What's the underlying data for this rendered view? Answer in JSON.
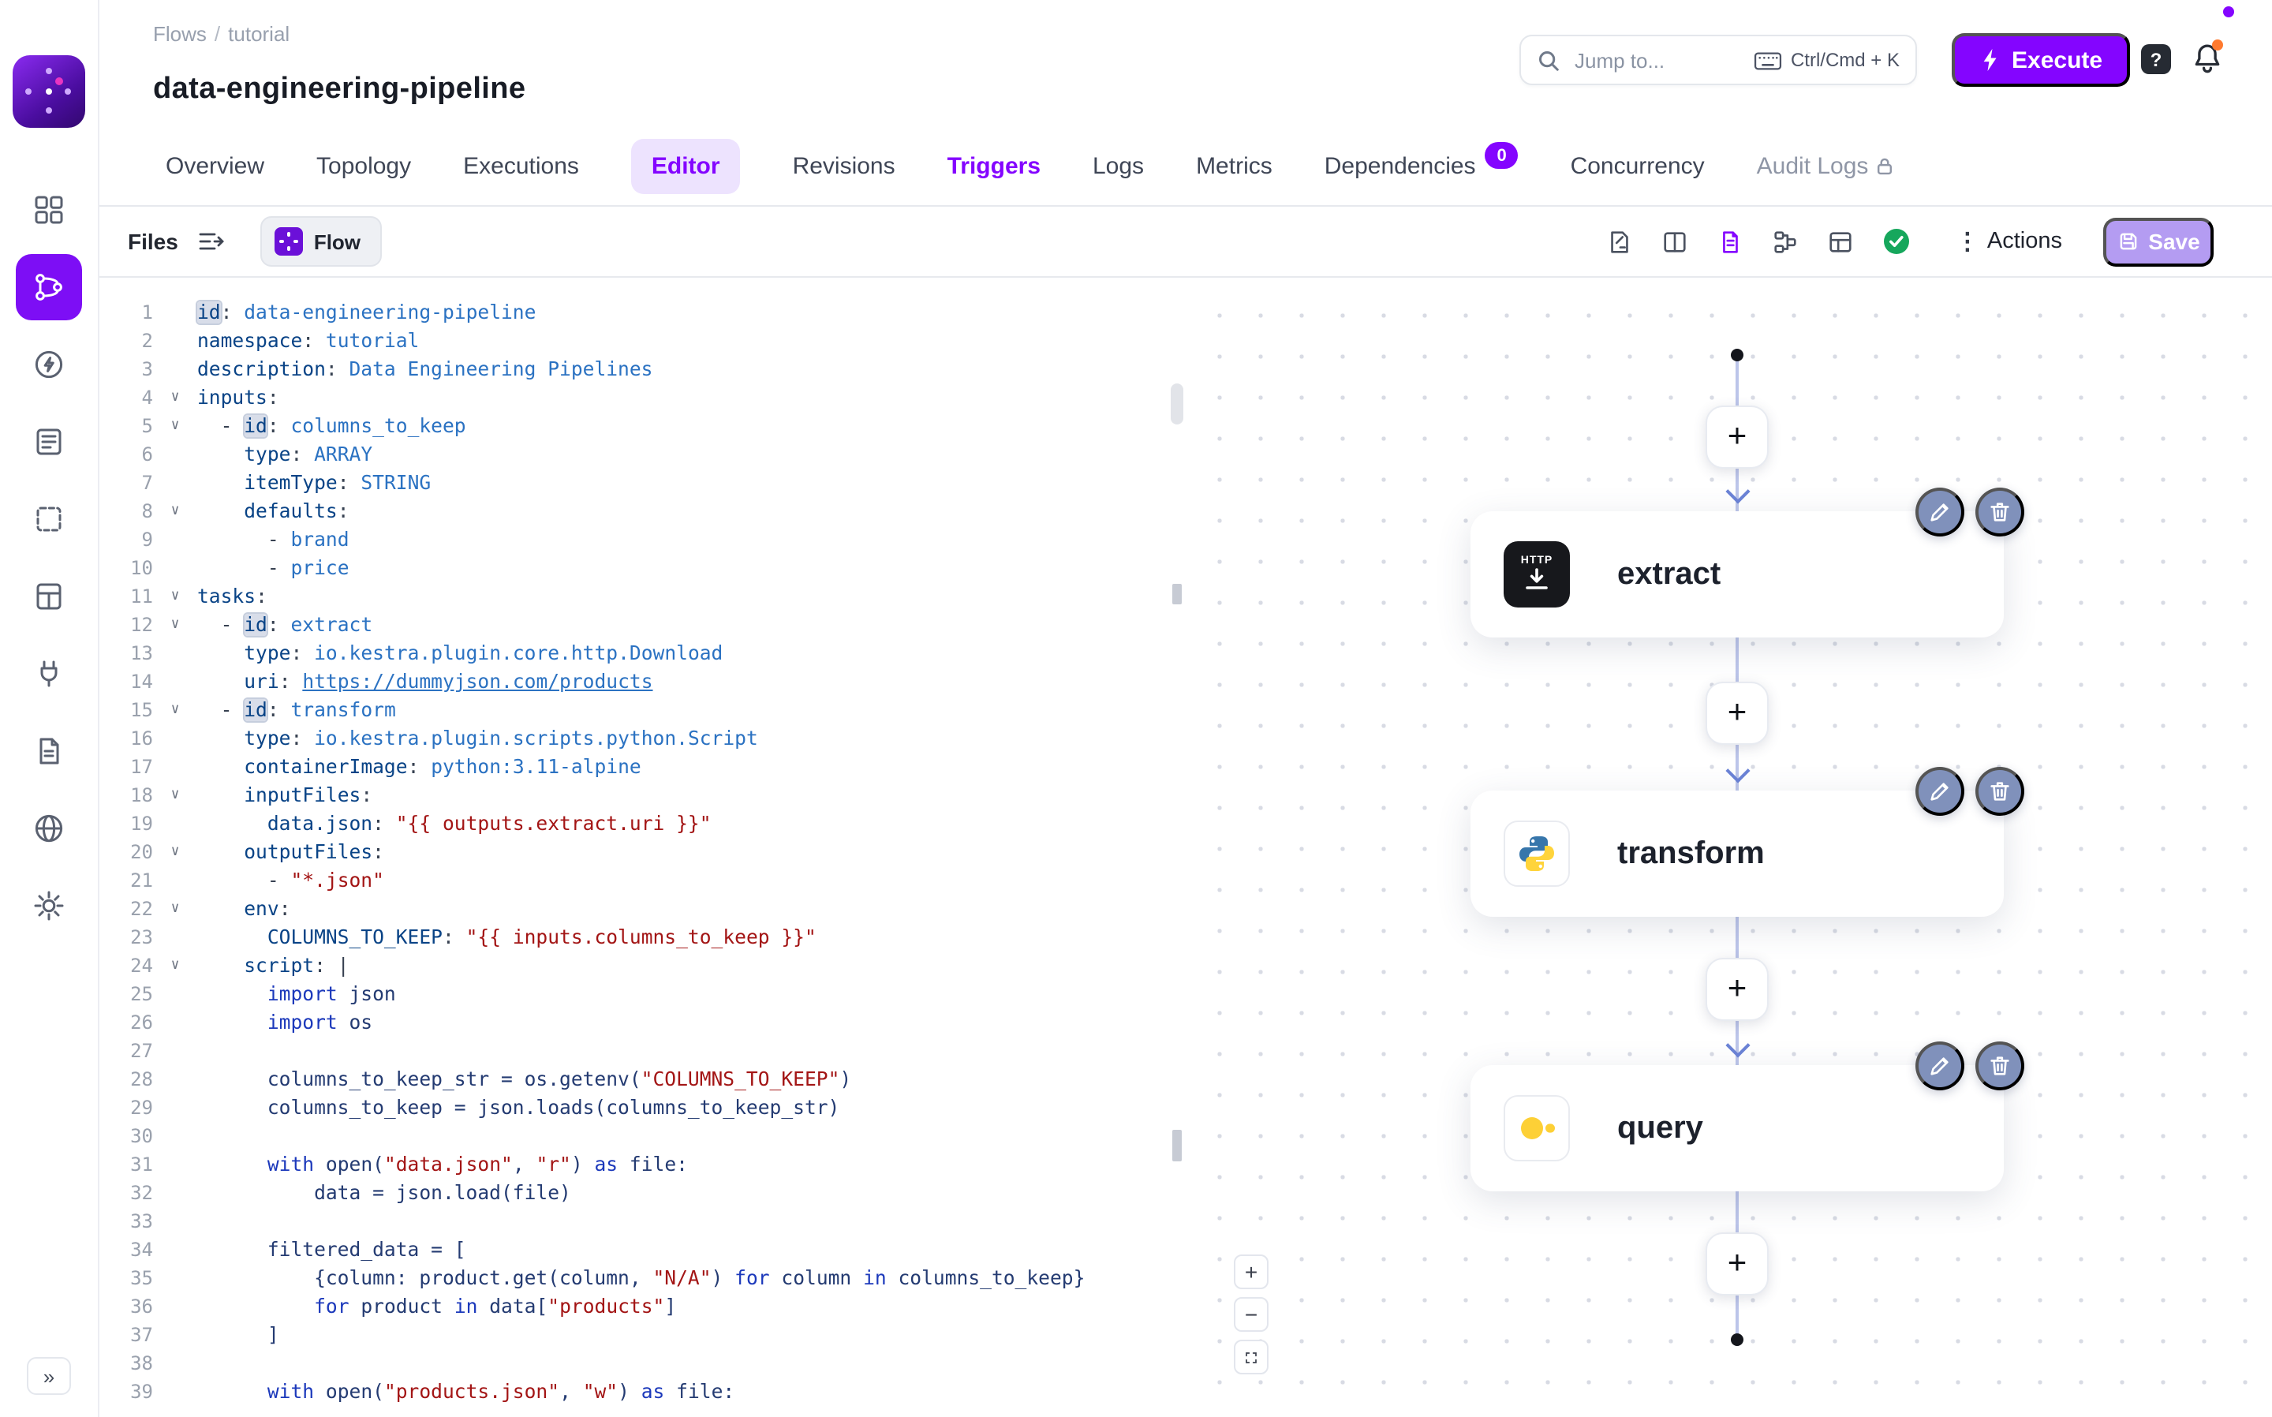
{
  "colors": {
    "accent": "#8405FF",
    "accent_light": "#EDE3FE",
    "save_disabled": "#B49CF2",
    "success": "#16A75C",
    "notification_dot": "#FF7A2F",
    "node_action": "#8091BB",
    "duckdb_yellow": "#FDD036",
    "python_blue": "#3776AB",
    "python_yellow": "#FFD43B",
    "http_tile": "#17181C"
  },
  "sidebar": {
    "items": [
      "dashboard",
      "flows",
      "executions",
      "logs",
      "namespaces",
      "blueprints",
      "plugins",
      "docs",
      "instance",
      "settings"
    ],
    "active": "flows",
    "collapse_glyph": "»"
  },
  "header": {
    "breadcrumb": [
      "Flows",
      "tutorial"
    ],
    "breadcrumb_separator": "/",
    "title": "data-engineering-pipeline",
    "search_placeholder": "Jump to...",
    "search_shortcut": "Ctrl/Cmd + K",
    "execute_label": "Execute",
    "help_label": "?"
  },
  "tabs": [
    {
      "label": "Overview"
    },
    {
      "label": "Topology"
    },
    {
      "label": "Executions"
    },
    {
      "label": "Editor",
      "active": true
    },
    {
      "label": "Revisions"
    },
    {
      "label": "Triggers",
      "accent": true
    },
    {
      "label": "Logs"
    },
    {
      "label": "Metrics"
    },
    {
      "label": "Dependencies",
      "badge": "0"
    },
    {
      "label": "Concurrency"
    },
    {
      "label": "Audit Logs",
      "locked": true
    }
  ],
  "toolbar": {
    "files_label": "Files",
    "file_tab_label": "Flow",
    "actions_label": "Actions",
    "kebab_glyph": "⋮",
    "save_label": "Save"
  },
  "editor": {
    "fold_glyph": "∨",
    "fold_lines": [
      4,
      5,
      8,
      11,
      12,
      15,
      18,
      20,
      22,
      24
    ],
    "lines": [
      [
        [
          "kh",
          "id"
        ],
        [
          "p",
          ": "
        ],
        [
          "v",
          "data-engineering-pipeline"
        ]
      ],
      [
        [
          "k",
          "namespace"
        ],
        [
          "p",
          ": "
        ],
        [
          "v",
          "tutorial"
        ]
      ],
      [
        [
          "k",
          "description"
        ],
        [
          "p",
          ": "
        ],
        [
          "v",
          "Data Engineering Pipelines"
        ]
      ],
      [
        [
          "k",
          "inputs"
        ],
        [
          "p",
          ":"
        ]
      ],
      [
        [
          "p",
          "  - "
        ],
        [
          "kh",
          "id"
        ],
        [
          "p",
          ": "
        ],
        [
          "v",
          "columns_to_keep"
        ]
      ],
      [
        [
          "p",
          "    "
        ],
        [
          "k",
          "type"
        ],
        [
          "p",
          ": "
        ],
        [
          "v",
          "ARRAY"
        ]
      ],
      [
        [
          "p",
          "    "
        ],
        [
          "k",
          "itemType"
        ],
        [
          "p",
          ": "
        ],
        [
          "v",
          "STRING"
        ]
      ],
      [
        [
          "p",
          "    "
        ],
        [
          "k",
          "defaults"
        ],
        [
          "p",
          ":"
        ]
      ],
      [
        [
          "p",
          "      - "
        ],
        [
          "v",
          "brand"
        ]
      ],
      [
        [
          "p",
          "      - "
        ],
        [
          "v",
          "price"
        ]
      ],
      [
        [
          "k",
          "tasks"
        ],
        [
          "p",
          ":"
        ]
      ],
      [
        [
          "p",
          "  - "
        ],
        [
          "kh",
          "id"
        ],
        [
          "p",
          ": "
        ],
        [
          "v",
          "extract"
        ]
      ],
      [
        [
          "p",
          "    "
        ],
        [
          "k",
          "type"
        ],
        [
          "p",
          ": "
        ],
        [
          "v",
          "io.kestra.plugin.core.http.Download"
        ]
      ],
      [
        [
          "p",
          "    "
        ],
        [
          "k",
          "uri"
        ],
        [
          "p",
          ": "
        ],
        [
          "l",
          "https://dummyjson.com/products"
        ]
      ],
      [
        [
          "p",
          "  - "
        ],
        [
          "kh",
          "id"
        ],
        [
          "p",
          ": "
        ],
        [
          "v",
          "transform"
        ]
      ],
      [
        [
          "p",
          "    "
        ],
        [
          "k",
          "type"
        ],
        [
          "p",
          ": "
        ],
        [
          "v",
          "io.kestra.plugin.scripts.python.Script"
        ]
      ],
      [
        [
          "p",
          "    "
        ],
        [
          "k",
          "containerImage"
        ],
        [
          "p",
          ": "
        ],
        [
          "v",
          "python:3.11-alpine"
        ]
      ],
      [
        [
          "p",
          "    "
        ],
        [
          "k",
          "inputFiles"
        ],
        [
          "p",
          ":"
        ]
      ],
      [
        [
          "p",
          "      "
        ],
        [
          "k",
          "data.json"
        ],
        [
          "p",
          ": "
        ],
        [
          "s",
          "\"{{ outputs.extract.uri }}\""
        ]
      ],
      [
        [
          "p",
          "    "
        ],
        [
          "k",
          "outputFiles"
        ],
        [
          "p",
          ":"
        ]
      ],
      [
        [
          "p",
          "      - "
        ],
        [
          "s",
          "\"*.json\""
        ]
      ],
      [
        [
          "p",
          "    "
        ],
        [
          "k",
          "env"
        ],
        [
          "p",
          ":"
        ]
      ],
      [
        [
          "p",
          "      "
        ],
        [
          "k",
          "COLUMNS_TO_KEEP"
        ],
        [
          "p",
          ": "
        ],
        [
          "s",
          "\"{{ inputs.columns_to_keep }}\""
        ]
      ],
      [
        [
          "p",
          "    "
        ],
        [
          "k",
          "script"
        ],
        [
          "p",
          ": |"
        ]
      ],
      [
        [
          "p",
          "      "
        ],
        [
          "kw",
          "import"
        ],
        [
          "t",
          " json"
        ]
      ],
      [
        [
          "p",
          "      "
        ],
        [
          "kw",
          "import"
        ],
        [
          "t",
          " os"
        ]
      ],
      [],
      [
        [
          "t",
          "      columns_to_keep_str = os.getenv("
        ],
        [
          "s",
          "\"COLUMNS_TO_KEEP\""
        ],
        [
          "t",
          ")"
        ]
      ],
      [
        [
          "t",
          "      columns_to_keep = json.loads(columns_to_keep_str)"
        ]
      ],
      [],
      [
        [
          "t",
          "      "
        ],
        [
          "kw",
          "with"
        ],
        [
          "t",
          " open("
        ],
        [
          "s",
          "\"data.json\""
        ],
        [
          "t",
          ", "
        ],
        [
          "s",
          "\"r\""
        ],
        [
          "t",
          ") "
        ],
        [
          "kw",
          "as"
        ],
        [
          "t",
          " file:"
        ]
      ],
      [
        [
          "t",
          "          data = json.load(file)"
        ]
      ],
      [],
      [
        [
          "t",
          "      filtered_data = ["
        ]
      ],
      [
        [
          "t",
          "          {column: product.get(column, "
        ],
        [
          "s",
          "\"N/A\""
        ],
        [
          "t",
          ") "
        ],
        [
          "kw",
          "for"
        ],
        [
          "t",
          " column "
        ],
        [
          "kw",
          "in"
        ],
        [
          "t",
          " columns_to_keep}"
        ]
      ],
      [
        [
          "t",
          "          "
        ],
        [
          "kw",
          "for"
        ],
        [
          "t",
          " product "
        ],
        [
          "kw",
          "in"
        ],
        [
          "t",
          " data["
        ],
        [
          "s",
          "\"products\""
        ],
        [
          "t",
          "]"
        ]
      ],
      [
        [
          "t",
          "      ]"
        ]
      ],
      [],
      [
        [
          "t",
          "      "
        ],
        [
          "kw",
          "with"
        ],
        [
          "t",
          " open("
        ],
        [
          "s",
          "\"products.json\""
        ],
        [
          "t",
          ", "
        ],
        [
          "s",
          "\"w\""
        ],
        [
          "t",
          ") "
        ],
        [
          "kw",
          "as"
        ],
        [
          "t",
          " file:"
        ]
      ]
    ]
  },
  "topology": {
    "nodes": [
      {
        "label": "extract",
        "icon": "http-download-icon",
        "icon_text": "HTTP"
      },
      {
        "label": "transform",
        "icon": "python-icon"
      },
      {
        "label": "query",
        "icon": "duckdb-icon"
      }
    ],
    "add_label": "+",
    "zoom_in_label": "+",
    "zoom_out_label": "−"
  }
}
